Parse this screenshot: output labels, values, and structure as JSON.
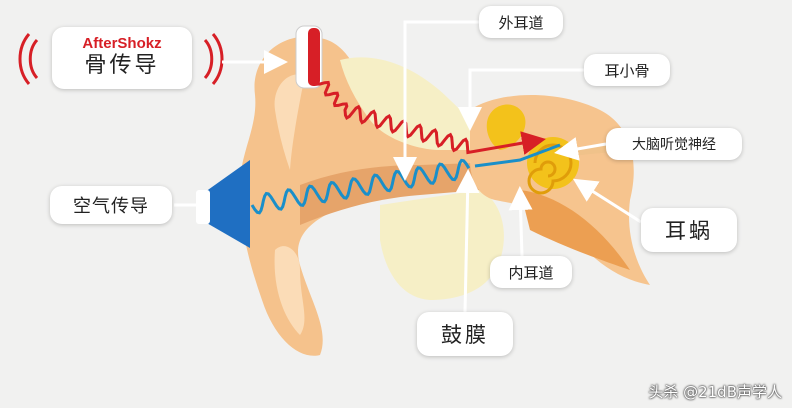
{
  "labels": {
    "brand": "AfterShokz",
    "bone_conduction": "骨传导",
    "air_conduction": "空气传导",
    "outer_ear_canal": "外耳道",
    "ossicles": "耳小骨",
    "auditory_nerve": "大脑听觉神经",
    "cochlea": "耳蜗",
    "inner_ear_canal": "内耳道",
    "eardrum": "鼓膜"
  },
  "watermark": "头杀 @21dB声学人",
  "colors": {
    "bone_wave": "#d71f26",
    "air_wave": "#1a8fc9",
    "skin": "#f5c28c",
    "skin_dark": "#e6a46a",
    "skin_light": "#fbdcb7",
    "bone": "#f6efc6",
    "cochlea": "#f3c21b",
    "speaker": "#1f6fc2",
    "pointer": "#ffffff"
  }
}
